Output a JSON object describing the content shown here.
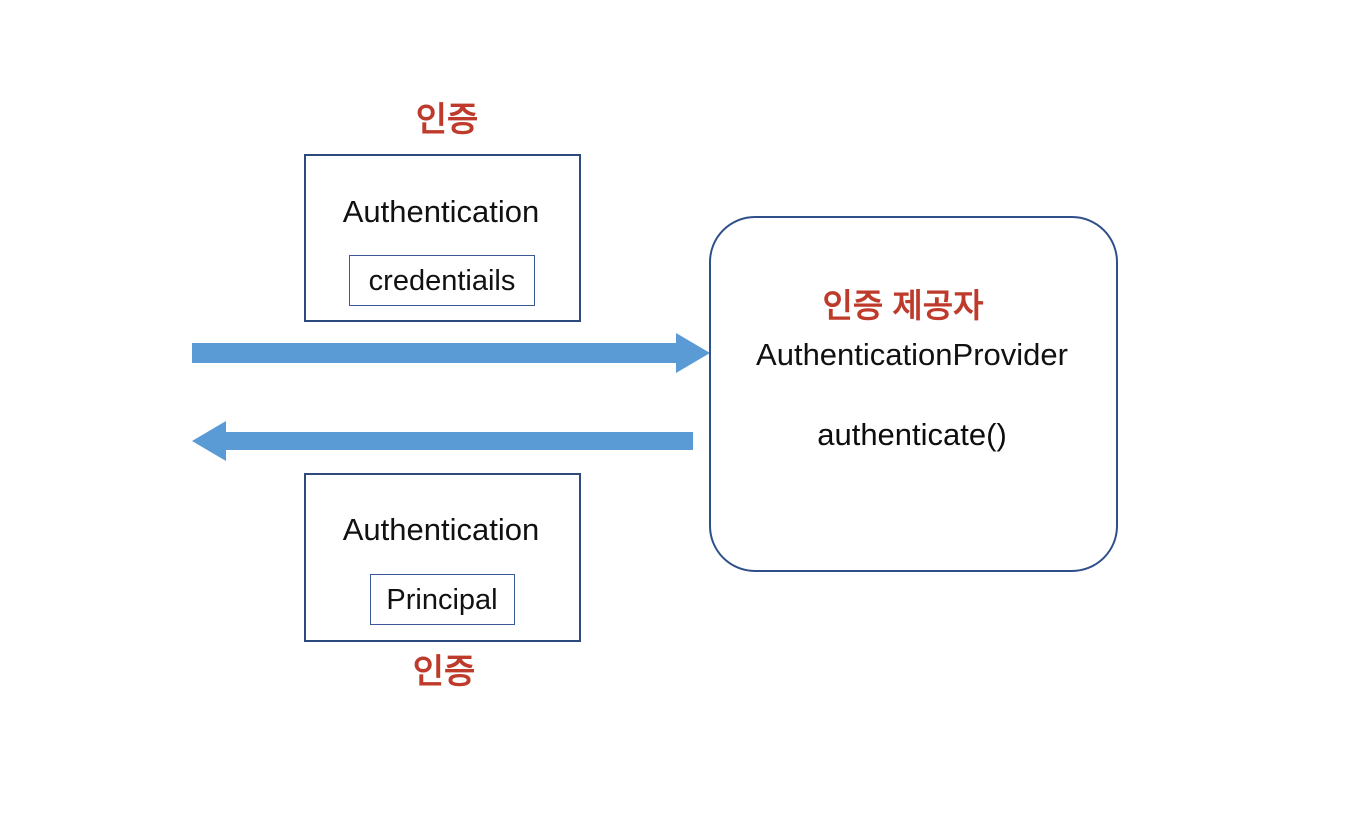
{
  "diagram": {
    "title_credentials_label": "인증",
    "title_principal_label": "인증",
    "provider": {
      "korean_label": "인증 제공자",
      "class_label": "AuthenticationProvider",
      "method_label": "authenticate()"
    },
    "request_box": {
      "class_label": "Authentication",
      "payload_label": "credentiails"
    },
    "response_box": {
      "class_label": "Authentication",
      "payload_label": "Principal"
    },
    "arrows": [
      {
        "name": "request-arrow",
        "direction": "right"
      },
      {
        "name": "response-arrow",
        "direction": "left"
      }
    ],
    "colors": {
      "accent_red": "#BE3A2B",
      "box_border": "#2E4A7D",
      "rounded_border": "#2E4F8A",
      "arrow_blue": "#5B9BD5",
      "text_black": "#111111",
      "background": "#FFFFFF"
    }
  }
}
